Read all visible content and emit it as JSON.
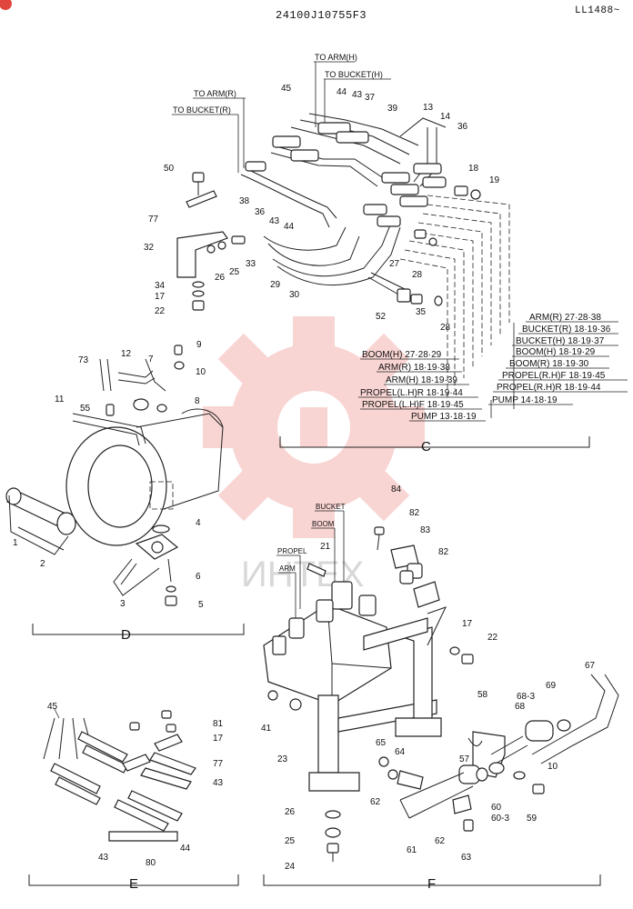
{
  "header": {
    "drawing_number": "24100J10755F3",
    "sheet_code": "LL1488~",
    "watermark": "ИНТЕХ"
  },
  "section_labels": [
    "C",
    "D",
    "E",
    "F"
  ],
  "hose_labels": {
    "to_arm_h": "TO ARM(H)",
    "to_bucket_h": "TO BUCKET(H)",
    "to_arm_r": "TO ARM(R)",
    "to_bucket_r": "TO BUCKET(R)",
    "bucket_small": "BUCKET",
    "boom_small": "BOOM",
    "propel_small": "PROPEL",
    "arm_small": "ARM"
  },
  "legend_right": [
    "ARM(R) 27·28·38",
    "BUCKET(R) 18·19·36",
    "BUCKET(H) 18·19·37",
    "BOOM(H) 18·19·29",
    "BOOM(R) 18·19·30",
    "PROPEL(R.H)F 18·19·45",
    "PROPEL(R.H)R 18·19·44",
    "PUMP 14·18·19"
  ],
  "legend_left": [
    "BOOM(H) 27·28·29",
    "ARM(R) 18·19·38",
    "ARM(H) 18·19·39",
    "PROPEL(L.H)R 18·19·44",
    "PROPEL(L.H)F 18·19·45",
    "PUMP 13·18·19"
  ],
  "callouts_c": [
    "45",
    "44",
    "43",
    "37",
    "39",
    "13",
    "14",
    "36",
    "18",
    "19",
    "50",
    "77",
    "38",
    "36",
    "43",
    "44",
    "32",
    "34",
    "17",
    "22",
    "26",
    "25",
    "33",
    "27",
    "28",
    "29",
    "30",
    "52",
    "35",
    "28"
  ],
  "callouts_d": [
    "73",
    "12",
    "7",
    "9",
    "10",
    "8",
    "11",
    "55",
    "1",
    "2",
    "4",
    "3",
    "6",
    "5"
  ],
  "callouts_e": [
    "45",
    "81",
    "17",
    "77",
    "43",
    "43",
    "80",
    "44"
  ],
  "callouts_f": [
    "84",
    "82",
    "83",
    "82",
    "21",
    "17",
    "22",
    "41",
    "67",
    "58",
    "69",
    "68-3",
    "68",
    "23",
    "65",
    "64",
    "57",
    "10",
    "62",
    "60",
    "60-3",
    "59",
    "26",
    "25",
    "62",
    "63",
    "61",
    "24"
  ]
}
